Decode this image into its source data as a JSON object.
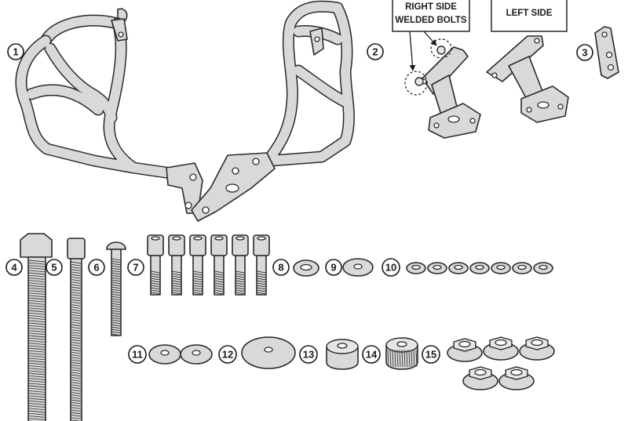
{
  "callouts": {
    "right_side_line1": "RIGHT SIDE",
    "right_side_line2": "WELDED BOLTS",
    "left_side": "LEFT SIDE"
  },
  "part_numbers": [
    "1",
    "2",
    "3",
    "4",
    "5",
    "6",
    "7",
    "8",
    "9",
    "10",
    "11",
    "12",
    "13",
    "14",
    "15"
  ],
  "colors": {
    "part_fill": "#d9d9d9",
    "outline": "#2a2a2a",
    "background": "#ffffff"
  }
}
